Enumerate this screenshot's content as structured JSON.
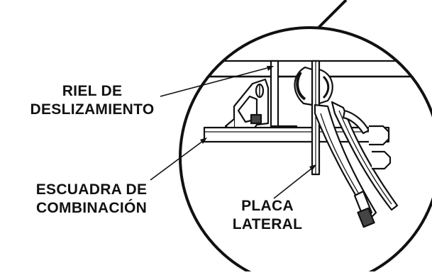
{
  "labels": {
    "slide_rail": {
      "line1": "RIEL DE",
      "line2": "DESLIZAMIENTO"
    },
    "combination_square": {
      "line1": "ESCUADRA DE",
      "line2": "COMBINACIÓN"
    },
    "side_plate": {
      "line1": "PLACA",
      "line2": "LATERAL"
    }
  },
  "colors": {
    "ink": "#111111",
    "background": "#ffffff",
    "shade": "#444444"
  }
}
